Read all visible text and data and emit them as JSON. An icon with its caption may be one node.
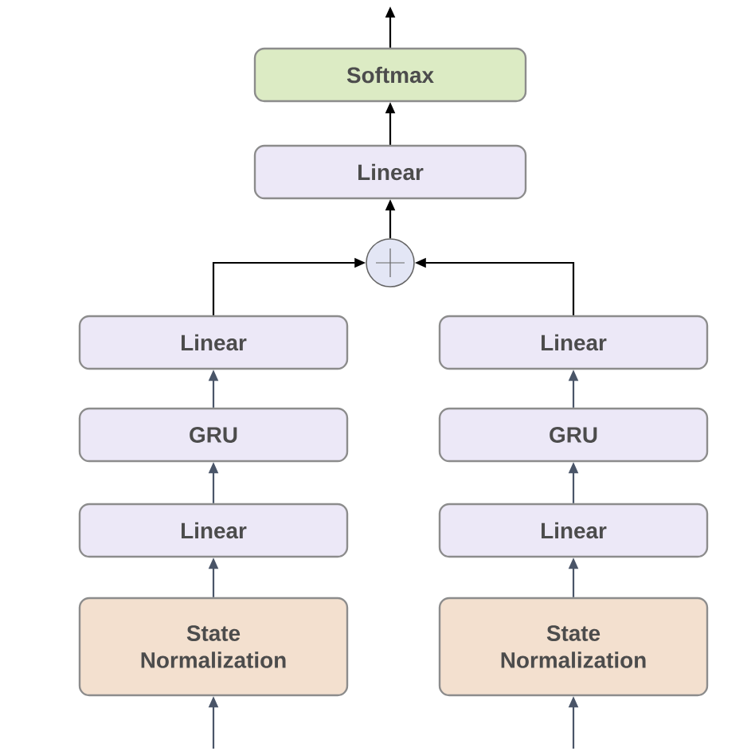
{
  "diagram": {
    "nodes": [
      {
        "text": [
          "Softmax"
        ]
      },
      {
        "text": [
          "Linear"
        ]
      },
      {
        "text": [],
        "shape": "circle"
      },
      {
        "text": [
          "Linear"
        ]
      },
      {
        "text": [
          "GRU"
        ]
      },
      {
        "text": [
          "Linear"
        ]
      },
      {
        "text": [
          "State Normalization"
        ]
      },
      {
        "text": [
          "Linear"
        ]
      },
      {
        "text": [
          "GRU"
        ]
      },
      {
        "text": [
          "Linear"
        ]
      },
      {
        "text": [
          "State Normalization"
        ]
      }
    ],
    "edges": [
      {
        "from": null,
        "to": 6,
        "arrow": "to"
      },
      {
        "from": 6,
        "to": 5,
        "arrow": "to"
      },
      {
        "from": 5,
        "to": 4,
        "arrow": "to"
      },
      {
        "from": 4,
        "to": 3,
        "arrow": "to"
      },
      {
        "from": 3,
        "to": 2,
        "arrow": "to",
        "color": "#000000"
      },
      {
        "from": null,
        "to": 10,
        "arrow": "to"
      },
      {
        "from": 10,
        "to": 9,
        "arrow": "to"
      },
      {
        "from": 9,
        "to": 8,
        "arrow": "to"
      },
      {
        "from": 8,
        "to": 7,
        "arrow": "to"
      },
      {
        "from": 7,
        "to": 2,
        "arrow": "to",
        "color": "#000000"
      },
      {
        "from": 2,
        "to": 1,
        "arrow": "to",
        "color": "#000000"
      },
      {
        "from": 1,
        "to": 0,
        "arrow": "to",
        "color": "#000000"
      },
      {
        "from": 0,
        "to": null,
        "arrow": "to",
        "color": "#000000"
      }
    ]
  }
}
